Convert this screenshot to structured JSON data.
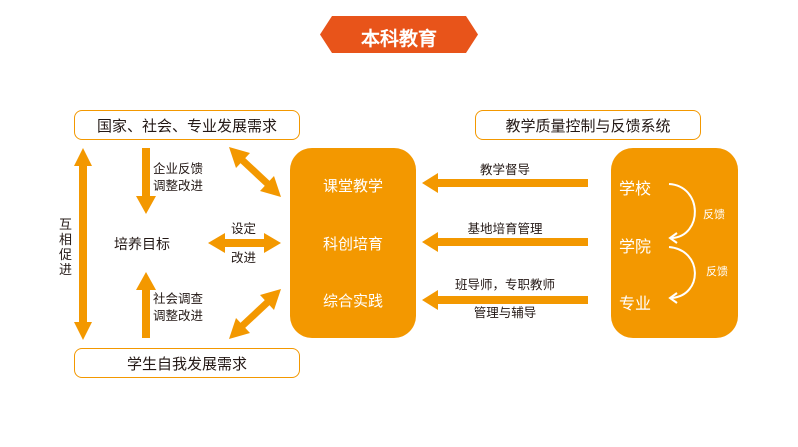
{
  "title": "本科教育",
  "colors": {
    "accent": "#F39800",
    "title_bg": "#E8541A"
  },
  "left": {
    "top_box": "国家、社会、专业发展需求",
    "bottom_box": "学生自我发展需求",
    "vertical_label": "互相促进",
    "down_label": [
      "企业反馈",
      "调整改进"
    ],
    "up_label": [
      "社会调查",
      "调整改进"
    ],
    "center": "培养目标",
    "horizontal_label": [
      "设定",
      "改进"
    ]
  },
  "middle": {
    "items": [
      "课堂教学",
      "科创培育",
      "综合实践"
    ]
  },
  "right": {
    "header": "教学质量控制与反馈系统",
    "arrows": [
      {
        "label_above": "教学督导"
      },
      {
        "label_above": "基地培育管理"
      },
      {
        "label_above": "班导师，专职教师",
        "label_below": "管理与辅导"
      }
    ],
    "levels": [
      "学校",
      "学院",
      "专业"
    ],
    "feedback": [
      "反馈",
      "反馈"
    ]
  }
}
